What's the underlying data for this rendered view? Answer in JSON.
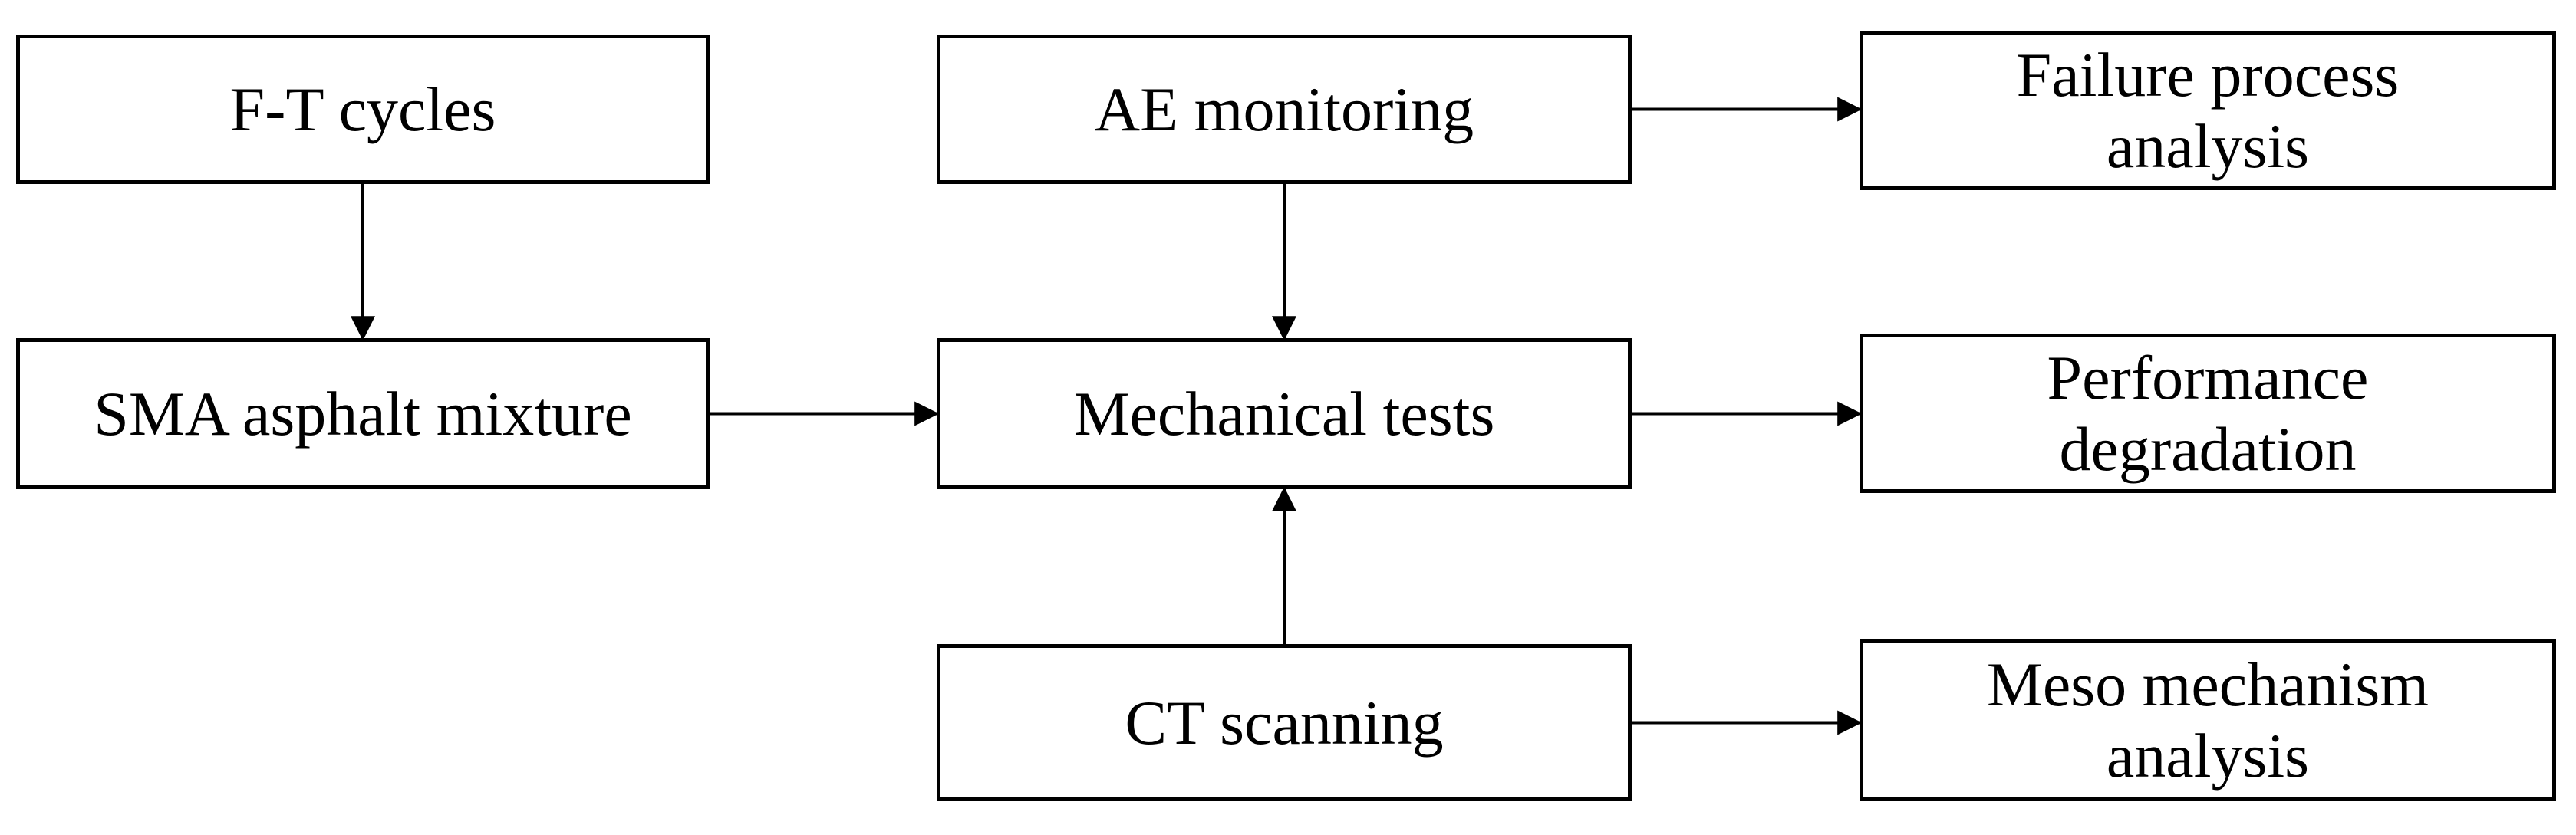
{
  "figure": {
    "background_color": "#ffffff",
    "box_fill_color": "#ffffff",
    "box_border_color": "#000000",
    "text_color": "#000000",
    "arrow_color": "#000000"
  },
  "nodes": [
    {
      "id": "ft-cycles",
      "lines": [
        "F-T cycles"
      ]
    },
    {
      "id": "ae-monitoring",
      "lines": [
        "AE monitoring"
      ]
    },
    {
      "id": "failure-process-analysis",
      "lines": [
        "Failure process",
        "analysis"
      ]
    },
    {
      "id": "sma-asphalt-mixture",
      "lines": [
        "SMA asphalt mixture"
      ]
    },
    {
      "id": "mechanical-tests",
      "lines": [
        "Mechanical tests"
      ]
    },
    {
      "id": "performance-degradation",
      "lines": [
        "Performance",
        "degradation"
      ]
    },
    {
      "id": "ct-scanning",
      "lines": [
        "CT scanning"
      ]
    },
    {
      "id": "meso-mechanism-analysis",
      "lines": [
        "Meso mechanism",
        "analysis"
      ]
    }
  ],
  "edges": [
    {
      "from": "ft-cycles",
      "to": "sma-asphalt-mixture"
    },
    {
      "from": "ae-monitoring",
      "to": "mechanical-tests"
    },
    {
      "from": "ae-monitoring",
      "to": "failure-process-analysis"
    },
    {
      "from": "sma-asphalt-mixture",
      "to": "mechanical-tests"
    },
    {
      "from": "mechanical-tests",
      "to": "performance-degradation"
    },
    {
      "from": "ct-scanning",
      "to": "mechanical-tests"
    },
    {
      "from": "ct-scanning",
      "to": "meso-mechanism-analysis"
    }
  ]
}
